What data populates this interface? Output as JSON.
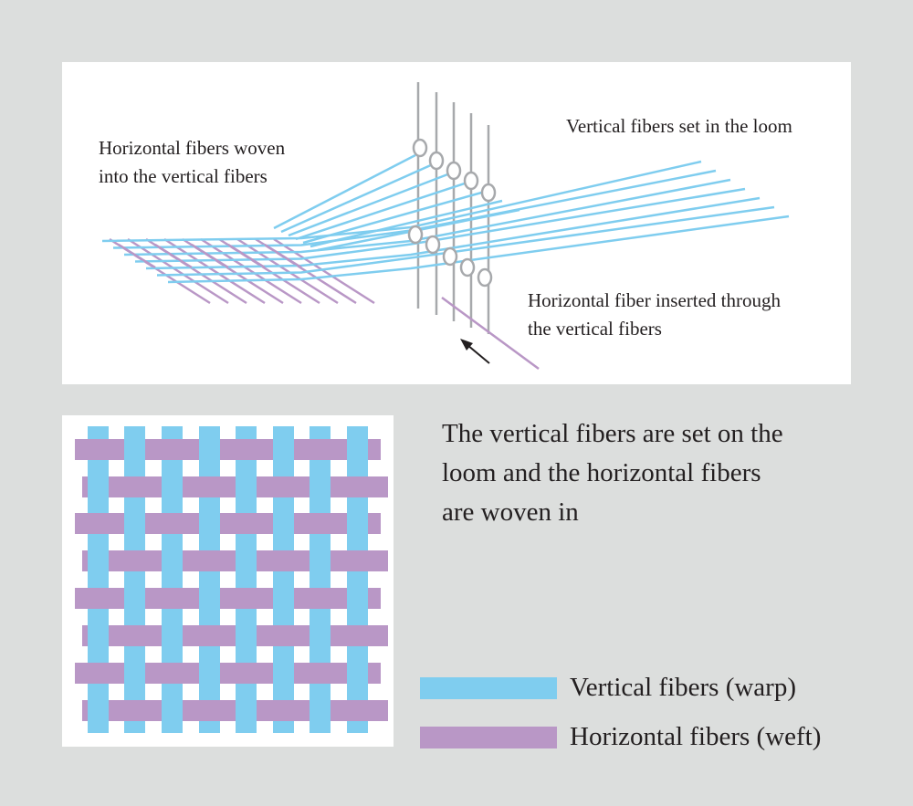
{
  "labels": {
    "woven_line1": "Horizontal fibers woven",
    "woven_line2": "into the vertical fibers",
    "set_in_loom": "Vertical fibers set in the loom",
    "inserted_line1": "Horizontal fiber inserted through",
    "inserted_line2": "the vertical fibers"
  },
  "caption": {
    "line1": "The vertical fibers are set on the",
    "line2": "loom and the horizontal fibers",
    "line3": "are woven in"
  },
  "legend": {
    "warp": "Vertical fibers (warp)",
    "weft": "Horizontal fibers (weft)"
  },
  "colors": {
    "background": "#dcdedd",
    "panel": "#ffffff",
    "warp": "#7fcdef",
    "weft": "#b997c6",
    "heddle": "#a7a9ac",
    "arrow": "#231f20"
  },
  "icons": {
    "direction_arrow": "arrow-up-left-icon"
  }
}
